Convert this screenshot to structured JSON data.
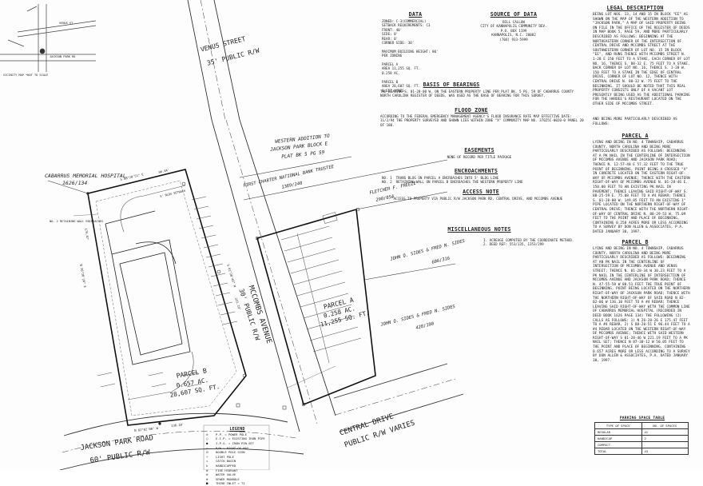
{
  "vicinity_map": {
    "streets": [
      "VENUS ST",
      "JACKSON PARK RD"
    ],
    "caption": "VICINITY MAP *NOT TO SCALE"
  },
  "data_block": {
    "heading": "DATA",
    "lines": "ZONED: C-3(COMMERCIAL)\nSETBACK REQUIREMENTS: C3\nFRONT: 40'\nSIDE: 0'\nREAR: 0'\nCORNER SIDE: 30'\n\nMAXIMUM BUILDING HEIGHT: 80'\nPER ZONING\n\nPARCEL A\nAREA 11,255 SQ. FT.\n0.258 AC.\n\nPARCEL B\nAREA 28,607 SQ. FT.\n0.657 ACRES"
  },
  "source_block": {
    "heading": "SOURCE OF DATA",
    "lines": "BILL CALLOW\nCITY OF KANNAPOLIS COMMUNITY DEV.\nP.O. BOX 1199\nKANNAPOLIS, N.C. 28082\n(704) 933-5999"
  },
  "bearings": {
    "heading": "BASIS OF BEARINGS",
    "text": "THE BEARING S. 01-28-00 W. ON THE EASTERN PROPERTY LINE PER PLAT BK. 5 PG. 59 OF CABARRUS COUNTY NORTH CAROLINA REGISTER OF DEEDS, WAS USED AS THE BASE OF BEARING FOR THIS SURVEY."
  },
  "flood": {
    "heading": "FLOOD ZONE",
    "text": "ACCORDING TO THE FEDERAL EMERGENCY MANAGEMENT AGENCY'S FLOOD INSURANCE RATE MAP EFFECTIVE DATE: 11/2/94 THE PROPERTY SURVEYED AND SHOWN LIES WITHIN ZONE \"X\" COMMUNITY MAP NO. 37025C-0020-0 PANEL 20 OF 180."
  },
  "easements": {
    "heading": "EASEMENTS",
    "text": "NONE OF RECORD PER TITLE PACKAGE"
  },
  "encroachments": {
    "heading": "ENCROACHMENTS",
    "text": "NO. 1  TRANS BLOG ON PARCEL A ENCROACHES INTO 5' BLDG LINE\nNO. 2  RETAINING WALL ON PARCEL B ENCROACHES THE WESTERN PROPERTY LINE"
  },
  "access": {
    "heading": "ACCESS NOTE",
    "text": "\"ACCESS TO PROPERTY VIA PUBLIC R/W JACKSON PARK RD, CENTRAL DRIVE, AND MCCOMBS AVENUE"
  },
  "misc": {
    "heading": "MISCELLANEOUS NOTES",
    "text": "1. ACREAGE COMPUTED BY THE COORDINATE METHOD.\n2. DEED REF: 553/135, 1353/299"
  },
  "legal": {
    "heading": "LEGAL DESCRIPTION",
    "intro": "BEING LOT NOS. 13, 14 AND 15 IN BLOCK \"EE\" AS SHOWN ON THE MAP OF THE WESTERN ADDITION TO \"JACKSON PARK,\" A MAP OF SAID PROPERTY BEING ON FILE IN THE OFFICE OF THE REGISTER OF DEEDS IN MAP BOOK 5, PAGE 59, AND MORE PARTICULARLY DESCRIBED AS FOLLOWS: BEGINNING AT THE NORTHEASTERN CORNER OF THE INTERSECTION OF CENTRAL DRIVE AND MCCOMBS STREET AT THE SOUTHWESTERN CORNER OF LOT NO. 15 IN BLOCK \"EE\", AND RUNS THENCE WITH MCCOMBS STREET N. 1-28 E 150 FEET TO A STAKE, EACH CORNER OF LOT NO. 16, THENCE S. 88-32 E. 75 FEET TO A STAKE, BACK CORNER OF LOT NO. 16, THENCE S. 1-28 W. 150 FEET TO A STAKE IN THE EDGE OF CENTRAL DRIVE, CORNER OF LOT NO. 12, THENCE WITH CENTRAL DRIVE N. 88-32 W. 75 FEET TO THE BEGINNING. IT SHOULD BE NOTED THAT THIS REAL PROPERTY CONSISTS ONLY OF A VACANT LOT PRESENTLY BEING USED AS THE ADDITIONAL PARKING FOR THE HARDEE'S RESTAURANT LOCATED ON THE OTHER SIDE OF MCCOMBS STREET.",
    "more": "AND BEING MORE PARTICULARLY DESCRIBED AS FOLLOWS:",
    "parcel_a_heading": "PARCEL A",
    "parcel_a_text": "LYING AND BEING IN NO. 4 TOWNSHIP, CABARRUS COUNTY, NORTH CAROLINA AND BEING MORE PARTICULARLY DESCRIBED AS FOLLOWS: BEGINNING AT A PK NAIL IN THE CENTERLINE OF INTERSECTION OF MCCOMBS AVENUE AND JACKSON PARK ROAD; THENCE N. 12-57-48 E 57.32 FEET TO THE TRUE POINT OF BEGINNING, POINT BEING A CROSSED \"X\" IN CONCRETE LOCATED ON THE EASTERN RIGHT-OF-WAY OF MCCOMBS AVENUE; THENCE WITH THE EASTERN RIGHT-OF-WAY OF MCCOMBS AVENUE N. 01-28-46 E. 150.00 FEET TO AN EXISTING PK NAIL IN PAVEMENT; THENCE LEAVING SAID RIGHT-OF-WAY S. 88-25-59 E. 75.08 FEET TO A #4 REBAR; THENCE S. 01-28-00 W. 149.85 FEET TO AN EXISTING 1\" PIPE LOCATED ON THE NORTHERN RIGHT-OF-WAY OF CENTRAL DRIVE; THENCE WITH THE NORTHERN RIGHT-OF-WAY OF CENTRAL DRIVE N. 88-29-53 W. 75.09 FEET TO THE POINT AND PLACE OF BEGINNING, CONTAINING 0.258 ACRES MORE OR LESS ACCORDING TO A SURVEY BY DON ALLEN & ASSOCIATES, P.A. DATED JANUARY 30, 1997.",
    "parcel_b_heading": "PARCEL B",
    "parcel_b_text": "LYING AND BEING IN NO. 4 TOWNSHIP, CABARRUS COUNTY, NORTH CAROLINA AND BEING MORE PARTICULARLY DESCRIBED AS FOLLOWS: BEGINNING AT AN PK NAIL IN THE CENTERLINE OF INTERSECTION OF MCCOMBS AVENUE AND VENUS STREET; THENCE N. 01-28-34 W 30.23 FEET TO A PK NAIL IN THE CENTERLINE OF INTERSECTION OF MCCOMBS AVENUE AND JACKSON PARK ROAD; THENCE N. 47-55-58 W 88.51 FEET THE TRUE POINT OF BEGINNING, POINT BEING LOCATED ON THE NORTHERN RIGHT-OF-WAY OF JACKSON PARK ROAD; THENCE WITH THE NORTHERN RIGHT-OF-WAY OF SAID ROAD N 82-02-06 W 136.10 FEET TO A #4 REBAR; THENCE LEAVING SAID RIGHT-OF-WAY WITH THE COMMON LINE OF CABARRUS MEMORIAL HOSPITAL (RECORDED IN DEED BOOK 1626 PAGE 134) THE FOLLOWING (2) CALLS AS FOLLOWS: 1) N 26-28-26 E 175.47 FEET TO A #4 REBAR, 2) S 88-20-51 E 96.44 FEET TO A #4 REBAR LOCATED ON THE WESTERN RIGHT-OF-WAY OF MCCOMBS AVENUE; THENCE WITH SAID WESTERN RIGHT-OF-WAY S 01-28-46 W 221.19 FEET TO A PK NAIL SET; THENCE N 87-30-12 W 50.05 FEET TO THE POINT AND PLACE OF BEGINNING, CONTAINING 0.657 ACRES MORE OR LESS ACCORDING TO A SURVEY BY DON ALLEN & ASSOCIATES, P.A. DATED JANUARY 30, 1997."
  },
  "map_labels": {
    "venus": "VENUS STREET",
    "venus_rw": "35' PUBLIC R/W",
    "mccombs": "MCCOMBS AVENUE",
    "mccombs_rw": "30' PUBLIC R/W",
    "jackson": "JACKSON PARK ROAD",
    "jackson_rw": "60' PUBLIC R/W",
    "central": "CENTRAL DRIVE",
    "central_rw": "PUBLIC R/W VARIES",
    "hospital": "CABARRUS MEMORIAL HOSPITAL",
    "hospital_ref": "1626/134",
    "addition_1": "WESTERN ADDITION TO",
    "addition_2": "JACKSON PARK BLOCK E",
    "addition_3": "PLAT BK 5 PG 59",
    "trustee": "FIRST CHARTER NATIONAL BANK TRUSTEE",
    "trustee_ref": "1369/240",
    "freeze": "FLETCHER F. FREEZE",
    "freeze_ref": "290/054",
    "sides1": "JOHN Q. SIDES & FRED N. SIDES",
    "sides1_ref": "606/316",
    "sides2": "JOHN Q. SIDES & FRED N. SIDES",
    "sides2_ref": "428/190",
    "parcel_a": "PARCEL A",
    "parcel_a_ac": "0.258 AC.",
    "parcel_a_sf": "11,255 SQ. FT.",
    "parcel_b": "PARCEL B",
    "parcel_b_ac": "0.657 AC.",
    "parcel_b_sf": "28,607 SQ. FT.",
    "bearing_north": "S 88°20'51\" E",
    "bearing_north_dist": "96.44'",
    "bearing_west": "N 26°28'26\" E",
    "bearing_west_dist": "175.47'",
    "bearing_south": "N 82°02'06\" W",
    "bearing_south_dist": "136.10'",
    "bearing_row": "S 01°28'46\" W",
    "bearing_row_dist": "221.19'",
    "setback": "5' BLDG SETBACK",
    "retaining": "NO. 2 RETAINING WALL ENCROACHES"
  },
  "legend": {
    "heading": "LEGEND",
    "items": [
      {
        "sym": "⊙",
        "label": "P.P. = POWER POLE"
      },
      {
        "sym": "○",
        "label": "E.I.P. = EXISTING IRON PIPE"
      },
      {
        "sym": "●",
        "label": "I.P.S. = IRON PIN SET"
      },
      {
        "sym": "—",
        "label": "R/W = RIGHT-OF-WAY"
      },
      {
        "sym": "⊡",
        "label": "DOUBLE POLE SIGN"
      },
      {
        "sym": "☼",
        "label": "LIGHT POLE"
      },
      {
        "sym": "▫",
        "label": "CATCH BASIN"
      },
      {
        "sym": "♿",
        "label": "HANDICAPPED"
      },
      {
        "sym": "⊗",
        "label": "FIRE HYDRANT"
      },
      {
        "sym": "⊘",
        "label": "WATER VALVE"
      },
      {
        "sym": "⊕",
        "label": "SEWER MANHOLE"
      },
      {
        "sym": "■",
        "label": "THIRD INLET = TI"
      }
    ]
  },
  "parking": {
    "heading": "PARKING SPACE TABLE",
    "col1": "TYPE OF SPACE",
    "col2": "NO. OF SPACES",
    "rows": [
      {
        "type": "REGULAR",
        "count": "41"
      },
      {
        "type": "HANDICAP",
        "count": "2"
      },
      {
        "type": "COMPACT",
        "count": ""
      },
      {
        "type": "TOTAL",
        "count": "43"
      }
    ]
  }
}
